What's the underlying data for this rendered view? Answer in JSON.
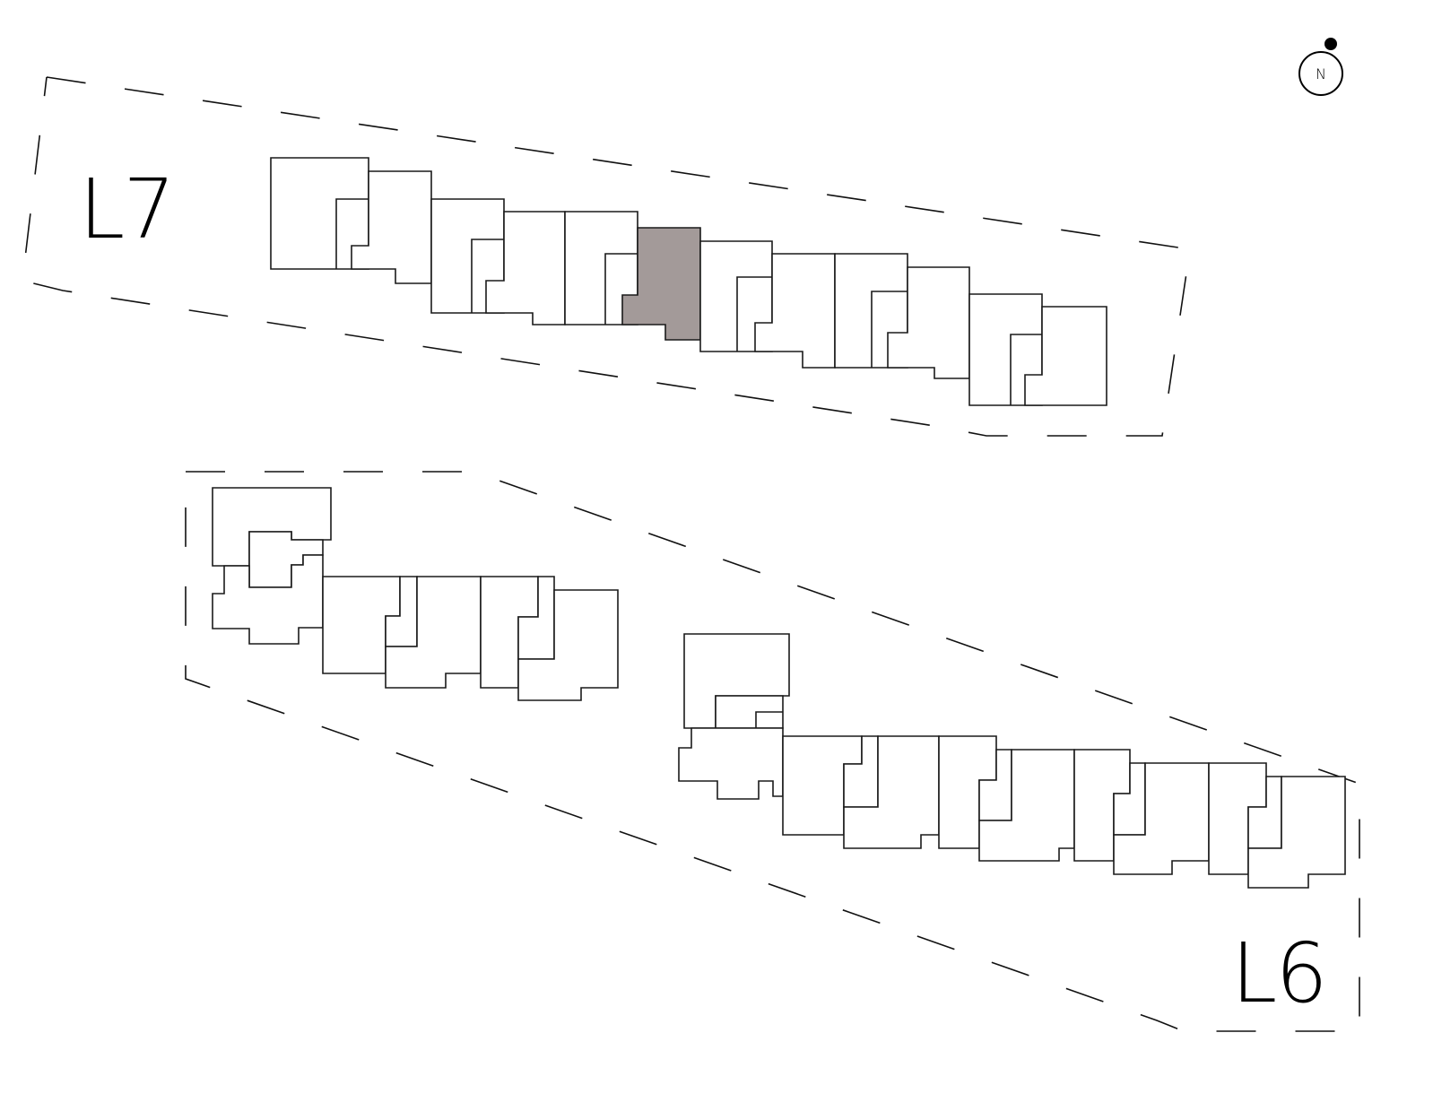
{
  "levels": {
    "upper": {
      "label": "L7",
      "unit_count": 13
    },
    "lower": {
      "label": "L6",
      "unit_count": 18
    }
  },
  "compass": {
    "label": "N",
    "icon": "north-arrow-icon"
  },
  "selection": {
    "level": "L7",
    "unit_index": 6,
    "fill_color": "#a39a99"
  },
  "colors": {
    "background": "#ffffff",
    "line": "#1a1a1a",
    "selected_unit": "#a39a99"
  }
}
